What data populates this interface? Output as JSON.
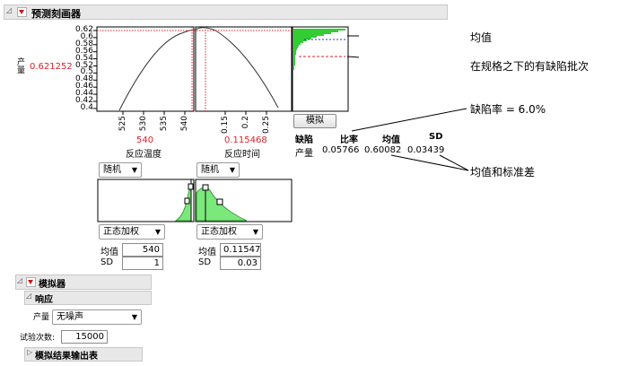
{
  "profiler": {
    "title": "预测刻画器",
    "y_label": "产量",
    "y_value": "0.621252",
    "y_ticks": [
      "0.62",
      "0.6",
      "0.58",
      "0.56",
      "0.54",
      "0.52",
      "0.5",
      "0.48",
      "0.46",
      "0.44",
      "0.42",
      "0.4"
    ],
    "factor1": {
      "ticks": [
        "525",
        "530",
        "535",
        "540"
      ],
      "value": "540",
      "name": "反应温度",
      "dist": "随机",
      "weight": "正态加权",
      "mean_label": "均值",
      "mean": "540",
      "sd_label": "SD",
      "sd": "1"
    },
    "factor2": {
      "ticks": [
        "0.15",
        "0.2",
        "0.25"
      ],
      "value": "0.115468",
      "name": "反应时间",
      "dist": "随机",
      "weight": "正态加权",
      "mean_label": "均值",
      "mean": "0.11547",
      "sd_label": "SD",
      "sd": "0.03"
    },
    "simulate_button": "模拟",
    "defect_table": {
      "headers": [
        "缺陷",
        "比率",
        "均值",
        "SD"
      ],
      "row": [
        "产量",
        "0.05766",
        "0.60082",
        "0.03439"
      ]
    }
  },
  "simulator": {
    "title": "模拟器",
    "response_title": "响应",
    "response_label": "产量",
    "response_value": "无噪声",
    "runs_label": "试验次数:",
    "runs_value": "15000",
    "output_table": "模拟结果输出表"
  },
  "annotations": {
    "mean": "均值",
    "defect_batches": "在规格之下的有缺陷批次",
    "defect_rate": "缺陷率 = 6.0%",
    "mean_sd": "均值和标准差"
  },
  "colors": {
    "accent_red": "#e0202a",
    "histogram_green": "#33cc33",
    "distribution_green": "#7be87b"
  }
}
